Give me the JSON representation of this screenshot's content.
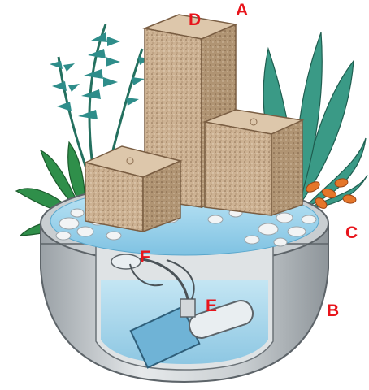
{
  "colors": {
    "label": "#e8141b",
    "stone": "#c9ae8e",
    "stone_dark": "#a88d6c",
    "water": "#9fd4ec",
    "basin": "#c4c9cd",
    "leaf_green": "#2f8f4a",
    "leaf_teal": "#2e8d8a",
    "flower": "#e5762a"
  },
  "labels": {
    "a": "A",
    "b": "B",
    "c": "C",
    "d": "D",
    "e": "E",
    "f": "F"
  },
  "icons": {
    "fountain": "fountain-cutaway-illustration"
  }
}
